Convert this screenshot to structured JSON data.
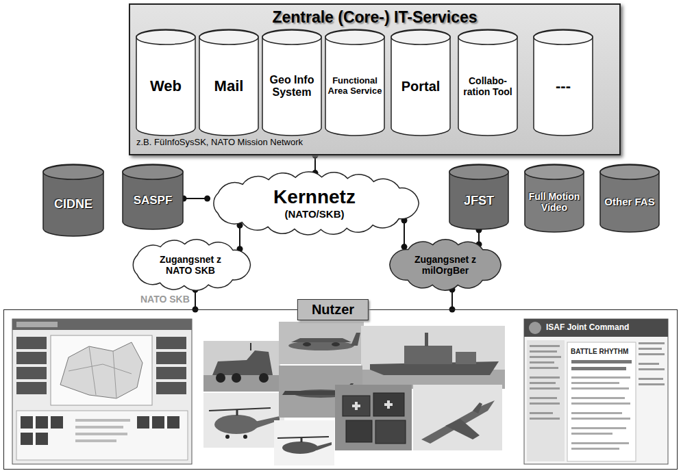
{
  "diagram": {
    "nodes": [
      {
        "text": [
          "Zentrale (Core-) IT-Services",
          "z.B. FüInfoSysSK, NATO Mission Network"
        ]
      },
      {
        "text": [
          "Web"
        ],
        "in": 0
      },
      {
        "text": [
          "Mail"
        ],
        "in": 0
      },
      {
        "text": [
          "Geo Info System"
        ],
        "in": 0
      },
      {
        "text": [
          "Functional Area Service"
        ],
        "in": 0
      },
      {
        "text": [
          "Portal"
        ],
        "in": 0
      },
      {
        "text": [
          "Collabo- ration Tool"
        ],
        "in": 0
      },
      {
        "text": [
          "---"
        ],
        "in": 0
      },
      {
        "text": [
          "CIDNE"
        ]
      },
      {
        "text": [
          "SASPF"
        ]
      },
      {
        "text": [
          "Kernnetz",
          "(NATO/SKB)"
        ]
      },
      {
        "text": [
          "JFST"
        ]
      },
      {
        "text": [
          "Full Motion Video"
        ]
      },
      {
        "text": [
          "Other FAS"
        ]
      },
      {
        "text": [
          "Zugangsnet z NATO SKB"
        ]
      },
      {
        "text": [
          "Zugangsnet z milOrgBer"
        ]
      },
      {
        "text": [
          "Nutzer"
        ]
      }
    ],
    "edges": [
      {
        "from": 10,
        "to": 0,
        "arrow": "none"
      },
      {
        "from": 9,
        "to": 10,
        "arrow": "none"
      },
      {
        "from": 10,
        "to": 14,
        "arrow": "none"
      },
      {
        "from": 10,
        "to": 15,
        "arrow": "none"
      },
      {
        "from": 11,
        "to": 15,
        "arrow": "none"
      },
      {
        "from": 14,
        "to": 16,
        "arrow": "none"
      },
      {
        "from": 15,
        "to": 16,
        "arrow": "none"
      }
    ],
    "labels": [
      "NATO SKB",
      "ISAF Joint Command",
      "BATTLE RHYTHM"
    ]
  }
}
